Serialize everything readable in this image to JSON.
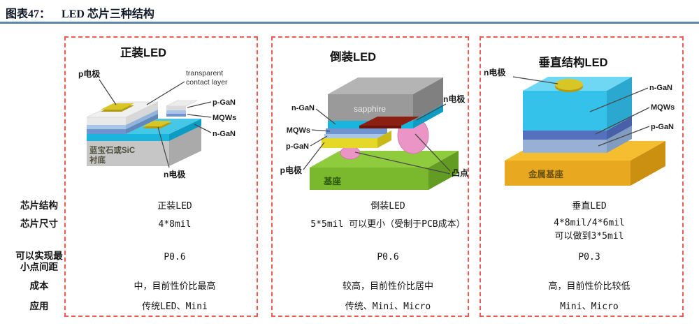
{
  "header": {
    "figure_label": "图表47：",
    "title": "LED 芯片三种结构"
  },
  "row_headers": {
    "structure": "芯片结构",
    "size": "芯片尺寸",
    "pitch_1": "可以实现最",
    "pitch_2": "小点间距",
    "cost": "成本",
    "application": "应用"
  },
  "panels": [
    {
      "title": "正装LED",
      "labels": {
        "p_electrode": "p电极",
        "transparent_1": "transparent",
        "transparent_2": "contact layer",
        "p_gan": "p-GaN",
        "mqws": "MQWs",
        "n_gan": "n-GaN",
        "substrate_1": "蓝宝石或SiC",
        "substrate_2": "衬底",
        "n_electrode": "n电极"
      },
      "values": {
        "structure": "正装LED",
        "size": "4*8mil",
        "pitch": "P0.6",
        "cost": "中，目前性价比最高",
        "application": "传统LED、Mini"
      }
    },
    {
      "title": "倒装LED",
      "labels": {
        "n_gan": "n-GaN",
        "mqws": "MQWs",
        "p_gan": "p-GaN",
        "p_electrode": "p电极",
        "sapphire": "sapphire",
        "n_electrode": "n电极",
        "base": "基座",
        "bumps": "凸点"
      },
      "values": {
        "structure": "倒装LED",
        "size": "5*5mil 可以更小（受制于PCB成本）",
        "pitch": "P0.6",
        "cost": "较高，目前性价比居中",
        "application": "传统、Mini、Micro"
      }
    },
    {
      "title": "垂直结构LED",
      "labels": {
        "n_electrode": "n电极",
        "n_gan": "n-GaN",
        "mqws": "MQWs",
        "p_gan": "p-GaN",
        "base": "金属基座"
      },
      "values": {
        "structure": "垂直LED",
        "size_1": "4*8mil/4*6mil",
        "size_2": "可以做到3*5mil",
        "pitch": "P0.3",
        "cost": "高，目前性价比较低",
        "application": "Mini、Micro"
      }
    }
  ],
  "colors": {
    "dashed_border": "#ef5b52",
    "header_rule": "#5b87aa",
    "n_gan": "#1ab5dd",
    "n_gan_light": "#45c8e8",
    "mqws": "#6f94d0",
    "p_gan": "#a9c6e6",
    "electrode_gold": "#d8c626",
    "substrate_gray": "#c6c6c6",
    "transparent_layer": "#e9e9e9",
    "sapphire_gray": "#9a9a9a",
    "base_green": "#7ab82e",
    "bump_pink": "#ea95c5",
    "n_electrode_red": "#8b2012",
    "base_gold": "#e8a820"
  }
}
